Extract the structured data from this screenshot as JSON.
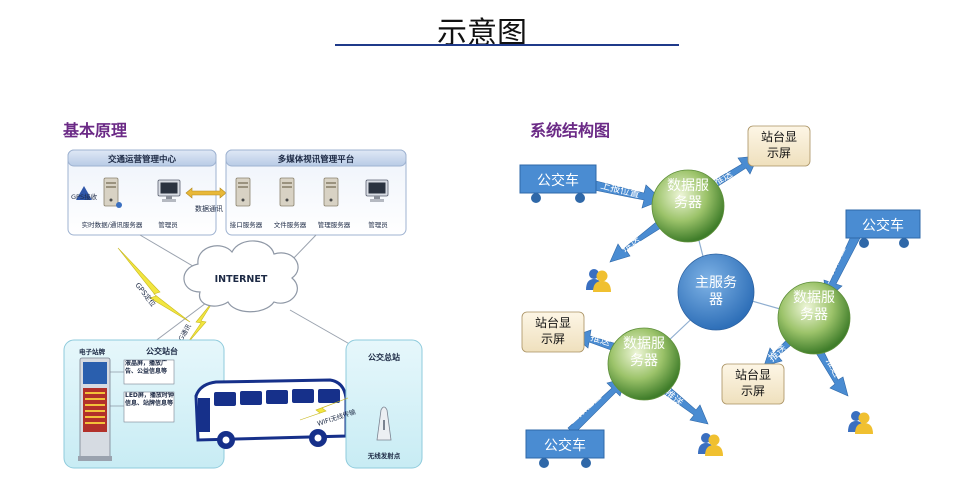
{
  "page": {
    "title": "示意图"
  },
  "left": {
    "section_title": "基本原理",
    "traffic_center": {
      "title": "交通运营管理中心",
      "gps_label": "GPS接收",
      "realtime_label": "实时数据/通讯服务器",
      "admin_label": "管理员"
    },
    "data_comm_label": "数据通讯",
    "media_platform": {
      "title": "多媒体视讯管理平台",
      "items": [
        "接口服务器",
        "文件服务器",
        "管理服务器",
        "管理员"
      ]
    },
    "internet_label": "INTERNET",
    "gps_locate_label": "GPS定位",
    "g3_label": "3G通讯",
    "bus_station": {
      "title": "公交站台",
      "sign_label": "电子站牌",
      "lcd_note": "液晶屏，播放广告、公益信息等",
      "led_note": "LED屏，播放时钟信息、站牌信息等"
    },
    "bus_terminal": {
      "title": "公交总站",
      "transmitter_label": "无线发射点"
    },
    "wifi_label": "WIFI无线传输"
  },
  "right": {
    "section_title": "系统结构图",
    "bus_label": "公交车",
    "data_server_label": "数据服务器",
    "main_server_label": "主服务器",
    "display_label": "站台显示屏",
    "upload_label": "上报位置",
    "push_label": "推送"
  }
}
